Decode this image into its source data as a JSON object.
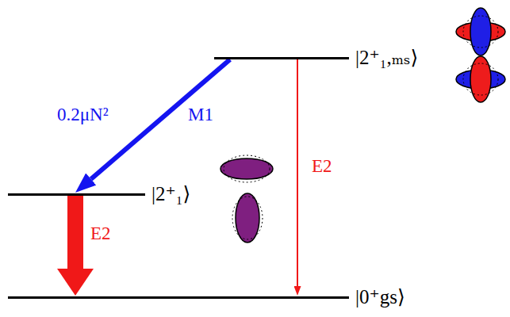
{
  "diagram": {
    "nodes": [
      {
        "text": [
          "|2⁺₁,ₘₛ⟩"
        ]
      },
      {
        "text": [
          "|2⁺₁⟩"
        ]
      },
      {
        "text": [
          "|0⁺gs⟩"
        ]
      }
    ],
    "edges": [
      {
        "from": 0,
        "to": 1,
        "arrow": "to",
        "label": "M1"
      },
      {
        "from": 1,
        "to": 2,
        "arrow": "to",
        "label": "E2"
      },
      {
        "from": 0,
        "to": 2,
        "arrow": "to",
        "label": "E2"
      }
    ],
    "labels": [
      "0.2μN²"
    ]
  }
}
